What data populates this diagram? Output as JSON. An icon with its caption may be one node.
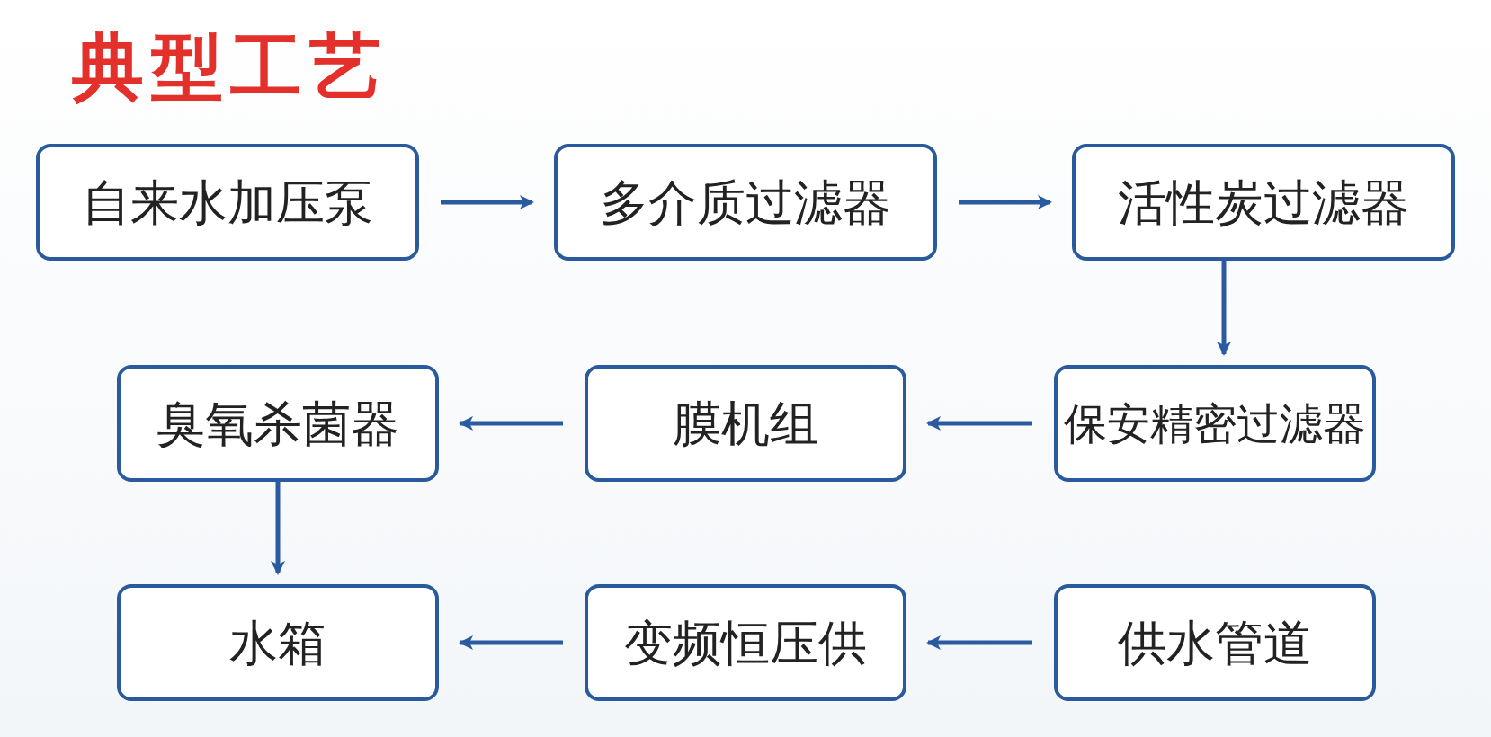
{
  "diagram": {
    "title": "典型工艺",
    "nodes": [
      {
        "text": [
          "自来水加压泵"
        ]
      },
      {
        "text": [
          "多介质过滤器"
        ]
      },
      {
        "text": [
          "活性炭过滤器"
        ]
      },
      {
        "text": [
          "臭氧杀菌器"
        ]
      },
      {
        "text": [
          "膜机组"
        ]
      },
      {
        "text": [
          "保安精密过滤器"
        ]
      },
      {
        "text": [
          "水箱"
        ]
      },
      {
        "text": [
          "变频恒压供"
        ]
      },
      {
        "text": [
          "供水管道"
        ]
      }
    ],
    "edges": [
      {
        "from": 0,
        "to": 1,
        "arrow": "to"
      },
      {
        "from": 1,
        "to": 2,
        "arrow": "to"
      },
      {
        "from": 2,
        "to": 5,
        "arrow": "to"
      },
      {
        "from": 5,
        "to": 4,
        "arrow": "to"
      },
      {
        "from": 4,
        "to": 3,
        "arrow": "to"
      },
      {
        "from": 3,
        "to": 6,
        "arrow": "to"
      },
      {
        "from": 8,
        "to": 7,
        "arrow": "to"
      },
      {
        "from": 7,
        "to": 6,
        "arrow": "to"
      }
    ]
  }
}
